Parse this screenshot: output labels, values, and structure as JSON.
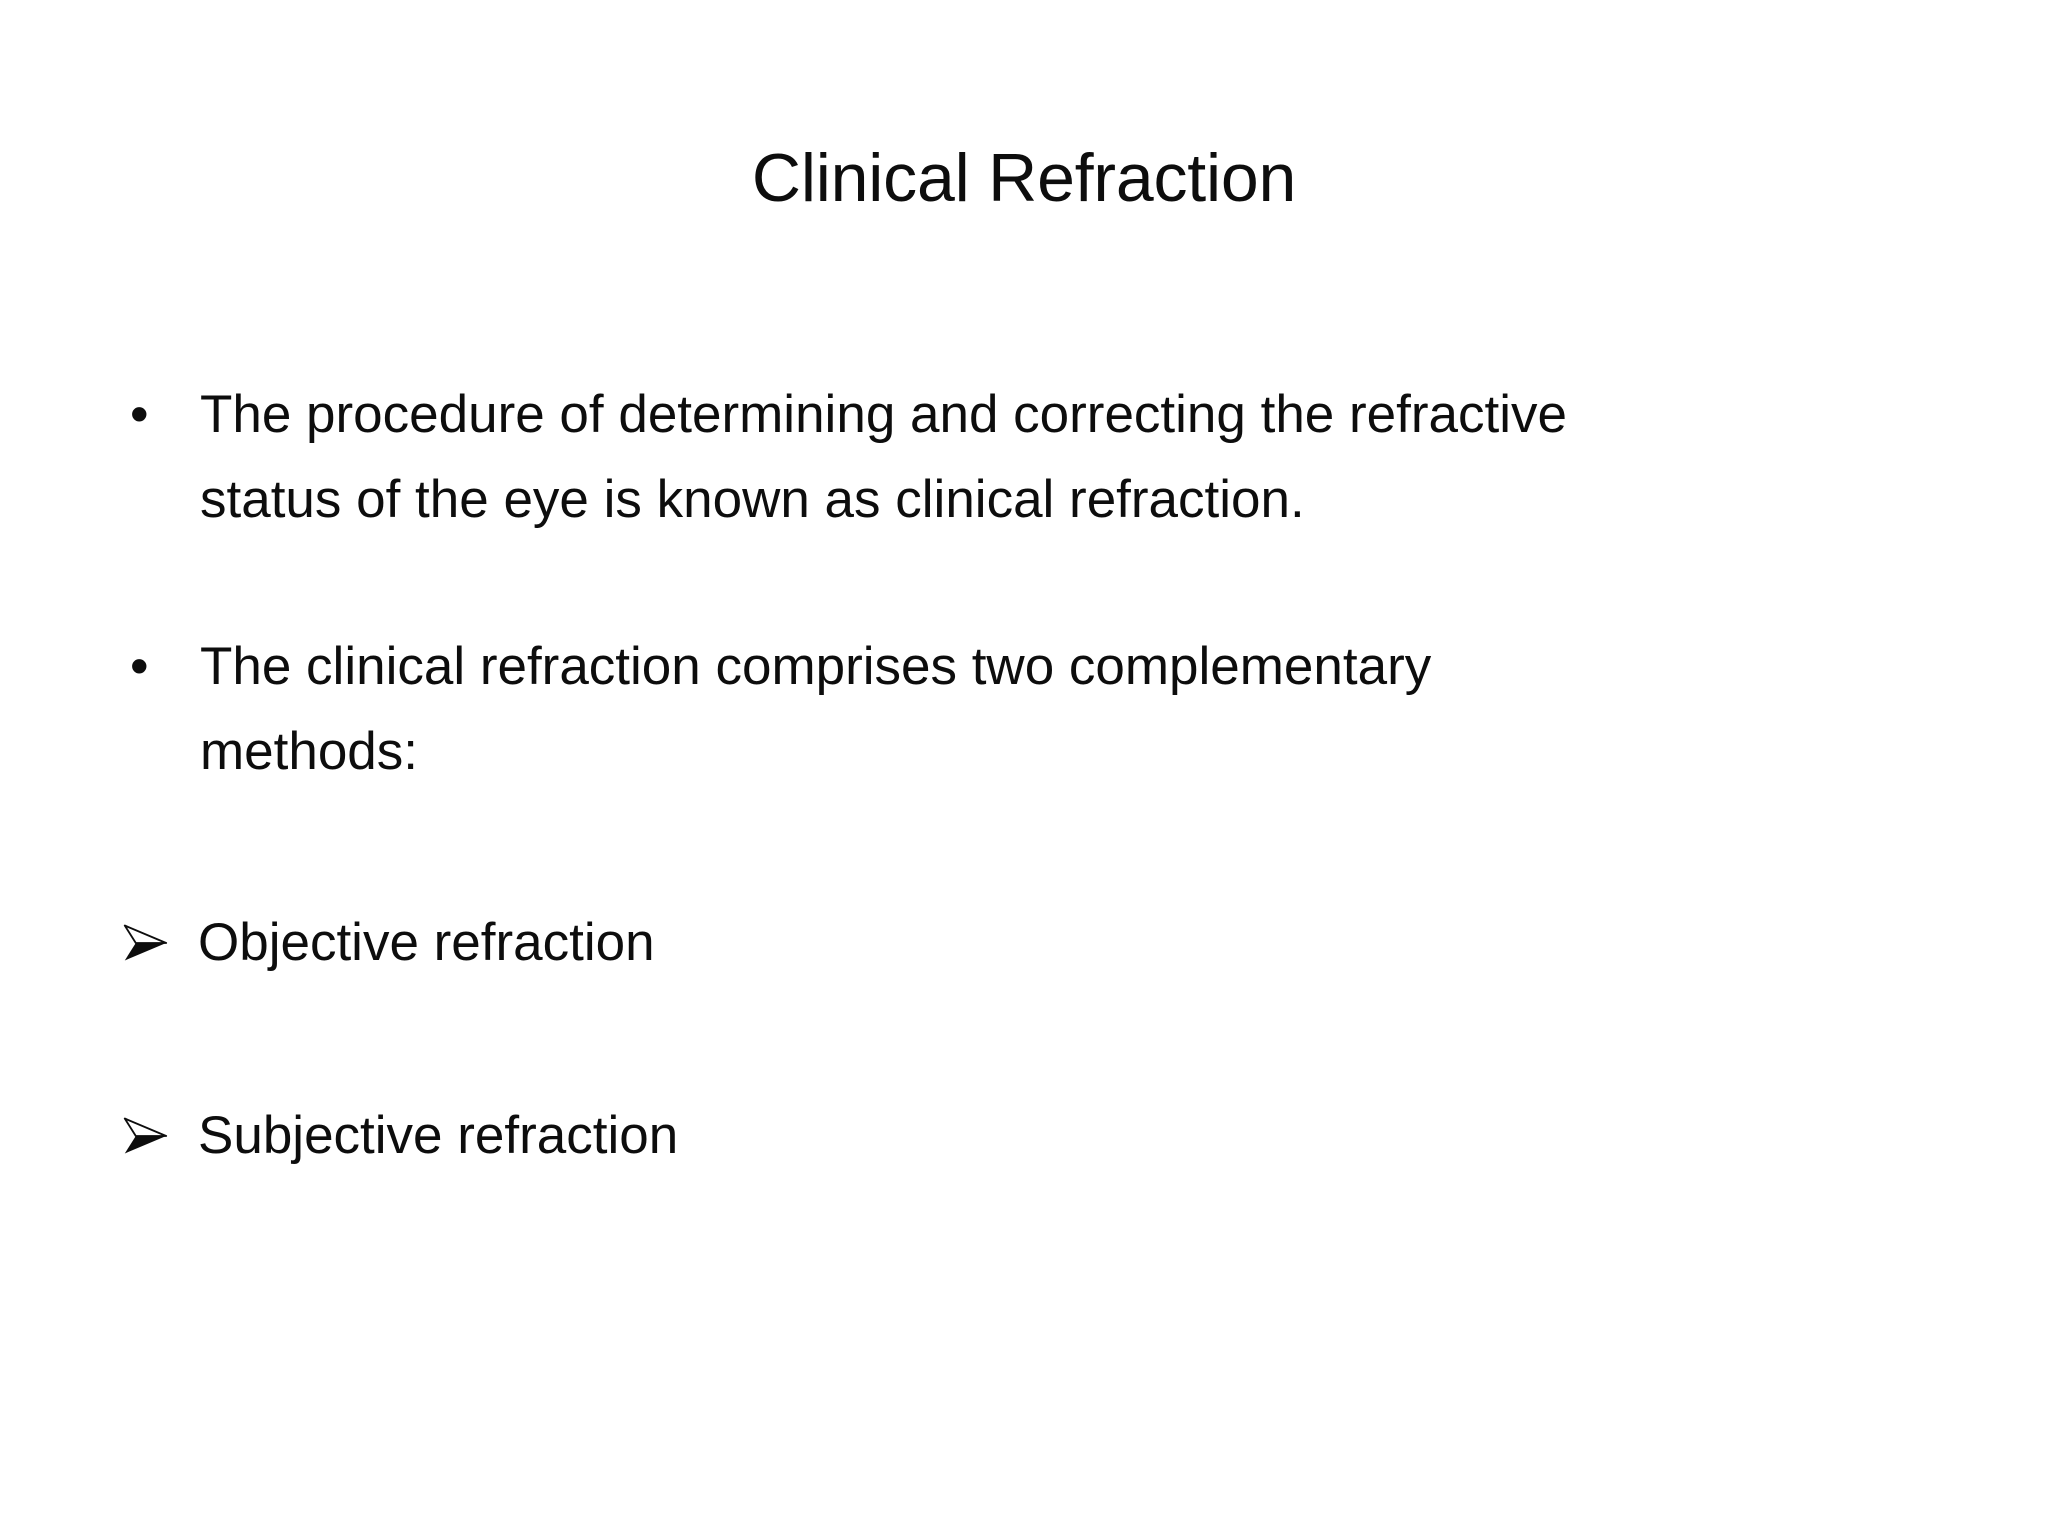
{
  "slide": {
    "title": "Clinical Refraction",
    "background_color": "#ffffff",
    "text_color": "#0d0d0d",
    "bullets": [
      {
        "marker": "disc-bullet",
        "marker_glyph": "•",
        "line1": "The procedure of determining and correcting the refractive",
        "line2": "status of the eye is known as clinical refraction."
      },
      {
        "marker": "disc-bullet",
        "marker_glyph": "•",
        "line1": "The clinical refraction comprises two complementary",
        "line2": "methods:"
      },
      {
        "marker": "arrowhead-bullet",
        "marker_glyph": "➢",
        "line1": "Objective refraction",
        "line2": ""
      },
      {
        "marker": "arrowhead-bullet",
        "marker_glyph": "➢",
        "line1": "Subjective refraction",
        "line2": ""
      }
    ]
  }
}
